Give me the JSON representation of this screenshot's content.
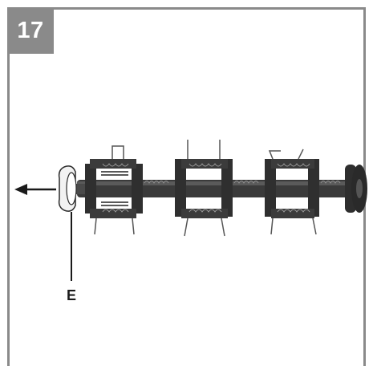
{
  "step": {
    "number": "17"
  },
  "callouts": [
    {
      "label": "E",
      "target": "end-cap-bearing"
    }
  ],
  "colors": {
    "frame": "#8a8a8a",
    "badge": "#8a8a8a",
    "shaft": "#3a3a3a",
    "end_cap": "#f2f2f2",
    "arrow": "#1a1a1a"
  },
  "arrow_direction": "left",
  "icons": {
    "arrow": "arrow-left-icon"
  }
}
